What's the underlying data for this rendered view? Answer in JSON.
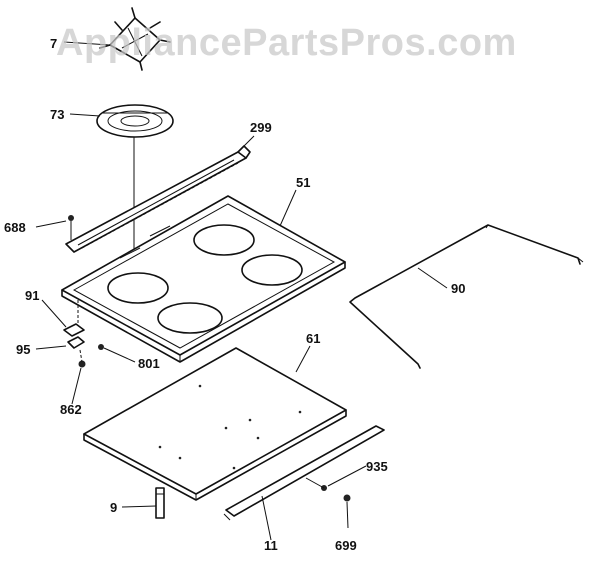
{
  "watermark": "AppliancePartsPros.com",
  "labels": {
    "p7": "7",
    "p73": "73",
    "p299": "299",
    "p51": "51",
    "p688": "688",
    "p90": "90",
    "p91": "91",
    "p95": "95",
    "p801": "801",
    "p61": "61",
    "p862": "862",
    "p935": "935",
    "p9": "9",
    "p11": "11",
    "p699": "699"
  }
}
